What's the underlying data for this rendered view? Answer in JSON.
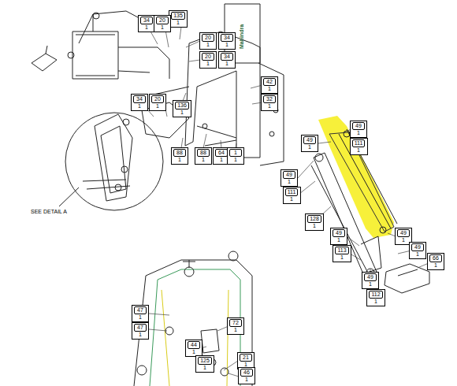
{
  "diagram": {
    "nodes": [
      {
        "text": [
          "135",
          "1"
        ]
      },
      {
        "text": [
          "34",
          "1"
        ]
      },
      {
        "text": [
          "20",
          "1"
        ]
      },
      {
        "text": [
          "20",
          "1"
        ]
      },
      {
        "text": [
          "34",
          "1"
        ]
      },
      {
        "text": [
          "20",
          "1"
        ]
      },
      {
        "text": [
          "34",
          "1"
        ]
      },
      {
        "text": [
          "42",
          "1"
        ]
      },
      {
        "text": [
          "34",
          "1"
        ]
      },
      {
        "text": [
          "20",
          "1"
        ]
      },
      {
        "text": [
          "32",
          "1"
        ]
      },
      {
        "text": [
          "136",
          "1"
        ]
      },
      {
        "text": [
          "49",
          "1"
        ]
      },
      {
        "text": [
          "49",
          "1"
        ]
      },
      {
        "text": [
          "111",
          "1"
        ]
      },
      {
        "text": [
          "88",
          "1"
        ]
      },
      {
        "text": [
          "88",
          "1"
        ]
      },
      {
        "text": [
          "64",
          "1"
        ]
      },
      {
        "text": [
          "1",
          "1"
        ]
      },
      {
        "text": [
          "49",
          "1"
        ]
      },
      {
        "text": [
          "111",
          "1"
        ]
      },
      {
        "text": [
          "128",
          "1"
        ]
      },
      {
        "text": [
          "49",
          "1"
        ]
      },
      {
        "text": [
          "49",
          "1"
        ]
      },
      {
        "text": [
          "49",
          "1"
        ]
      },
      {
        "text": [
          "113",
          "1"
        ]
      },
      {
        "text": [
          "66",
          "1"
        ]
      },
      {
        "text": [
          "49",
          "1"
        ]
      },
      {
        "text": [
          "112",
          "1"
        ]
      },
      {
        "text": [
          "47",
          "1"
        ]
      },
      {
        "text": [
          "47",
          "1"
        ]
      },
      {
        "text": [
          "72",
          "1"
        ]
      },
      {
        "text": [
          "44",
          "1"
        ]
      },
      {
        "text": [
          "125",
          "1"
        ]
      },
      {
        "text": [
          "21",
          "1"
        ]
      },
      {
        "text": [
          "46",
          "1"
        ]
      }
    ],
    "edges": [],
    "labels": [
      "SEE DETAIL A",
      "Mahindra"
    ]
  }
}
